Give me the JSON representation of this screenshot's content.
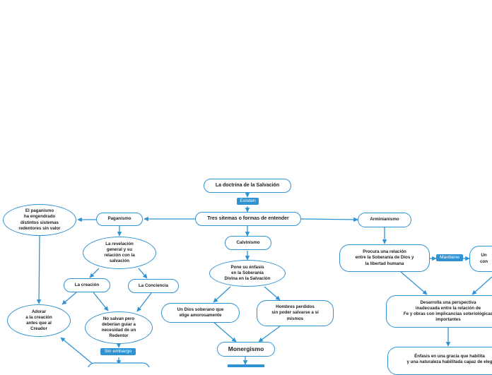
{
  "diagram": {
    "nodes": {
      "root": "La doctrina de la Salvación",
      "tres": "Tres sitemas o formas de entender",
      "paganismo": "Paganismo",
      "calvinismo": "Calvinismo",
      "arminianismo": "Arminianismo",
      "paganismo_desc": "El paganismo\nha engendrado\ndistintos sistemas\nredentores sin valor",
      "revelacion": "La revelación\ngeneral y su\nrelación con la\nsalvación",
      "creacion": "La creación",
      "conciencia": "La Conciencia",
      "adorar": "Adorar\na la creación\nantes que al\nCreador",
      "no_salvan": "No salvan pero\ndeberían guiar a\nnecesidad de un\nRedentor",
      "soberania": "Pone su énfasis\nen la Soberanía\nDivina en la Salvación",
      "dios_soberano": "Un Dios soberano que\nelige amorosamente",
      "hombres_perdidos": "Hombres perdidos\nsin poder salvarse a sí\nmismos",
      "monergismo": "Monergismo",
      "procura": "Procura una relación\nentre la Soberanía de Dios y\nla libertad humana",
      "un_con": "Un\ncon",
      "desarrolla": "Desarrolla una perspectiva\ninadecuada entre la relación de\nFe y obras con implicancias soteriológicas\nimportantes",
      "enfasis_gracia": "Énfasis en una gracia que habilita\ny una naturaleza habilitada capaz de eleg"
    },
    "labels": {
      "existen": "Existen",
      "mantiene": "Mantiene",
      "sin_embargo": "Sin embargo"
    },
    "colors": {
      "line": "#2f93d3",
      "label_bg": "#2f93d3",
      "node_border": "#2f93d3"
    }
  }
}
